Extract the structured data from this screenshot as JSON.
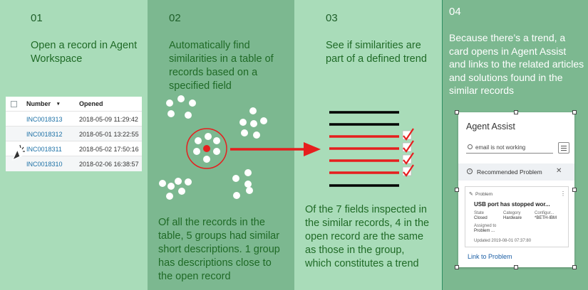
{
  "steps": [
    {
      "num": "01",
      "text": "Open a record in Agent Workspace"
    },
    {
      "num": "02",
      "text": "Automatically find similarities in a table of records based on a specified field",
      "caption": "Of all the records in the table, 5 groups had similar short descriptions. 1 group has descriptions close to the open record"
    },
    {
      "num": "03",
      "text": "See if similarities are part of a defined trend",
      "caption": "Of the 7 fields inspected in the similar records, 4 in the open record are the same as those in the group, which constitutes a trend"
    },
    {
      "num": "04",
      "text": "Because there’s a trend, a card opens in Agent Assist and links to the related articles and solutions found in the similar records"
    }
  ],
  "table": {
    "col_number": "Number",
    "col_opened": "Opened",
    "rows": [
      {
        "number": "INC0018313",
        "opened": "2018-05-09 11:29:42"
      },
      {
        "number": "INC0018312",
        "opened": "2018-05-01 13:22:55"
      },
      {
        "number": "INC0018311",
        "opened": "2018-05-02 17:50:16"
      },
      {
        "number": "INC0018310",
        "opened": "2018-02-06 16:38:57"
      }
    ]
  },
  "agent_assist": {
    "title": "Agent Assist",
    "search_value": "email is not working",
    "recommended": "Recommended Problem",
    "problem_label": "Problem",
    "problem_title": "USB port has stopped wor...",
    "fields": [
      {
        "label": "State",
        "value": "Closed"
      },
      {
        "label": "Category",
        "value": "Hardware"
      },
      {
        "label": "Configur...",
        "value": "*BETH-IBM"
      }
    ],
    "assigned_label": "Assigned to",
    "assigned_value": "Problem ...",
    "updated": "Updated 2019-08-01 07:37:80",
    "link": "Link to Problem"
  },
  "colors": {
    "light_green": "#a9dcb9",
    "dark_green": "#7cb890",
    "text_green": "#1f6a26",
    "red": "#e61e1e"
  },
  "icons": [
    "cursor-icon",
    "checkmark-icon",
    "search-icon",
    "filter-icon",
    "info-icon",
    "close-icon",
    "pencil-icon",
    "more-icon"
  ]
}
